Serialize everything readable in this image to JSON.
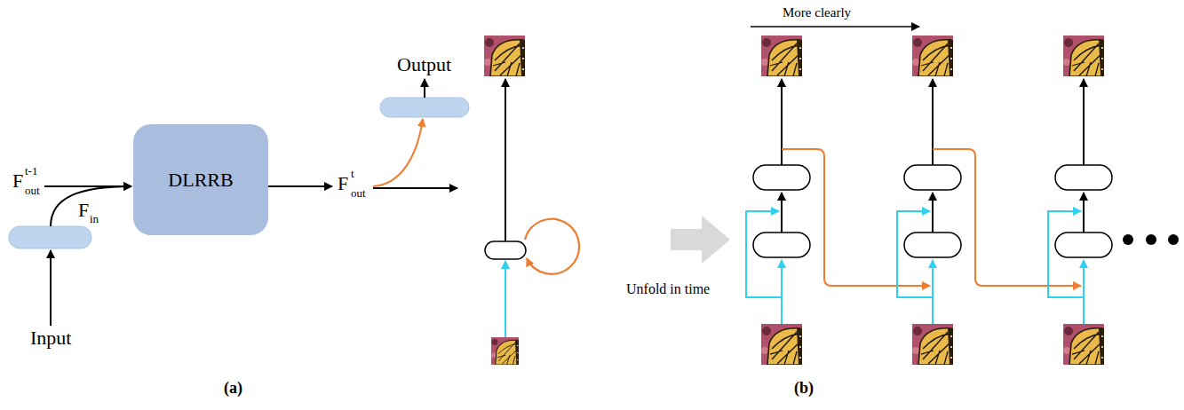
{
  "diagram": {
    "nodes": [
      {
        "text": [
          "DLRRB"
        ]
      }
    ],
    "labels": [
      "Output",
      "F",
      "t-1",
      "out",
      "F",
      "in",
      "F",
      "t",
      "out",
      "Input",
      "(a)",
      "More clearly",
      "Unfold in time",
      "(b)"
    ]
  }
}
